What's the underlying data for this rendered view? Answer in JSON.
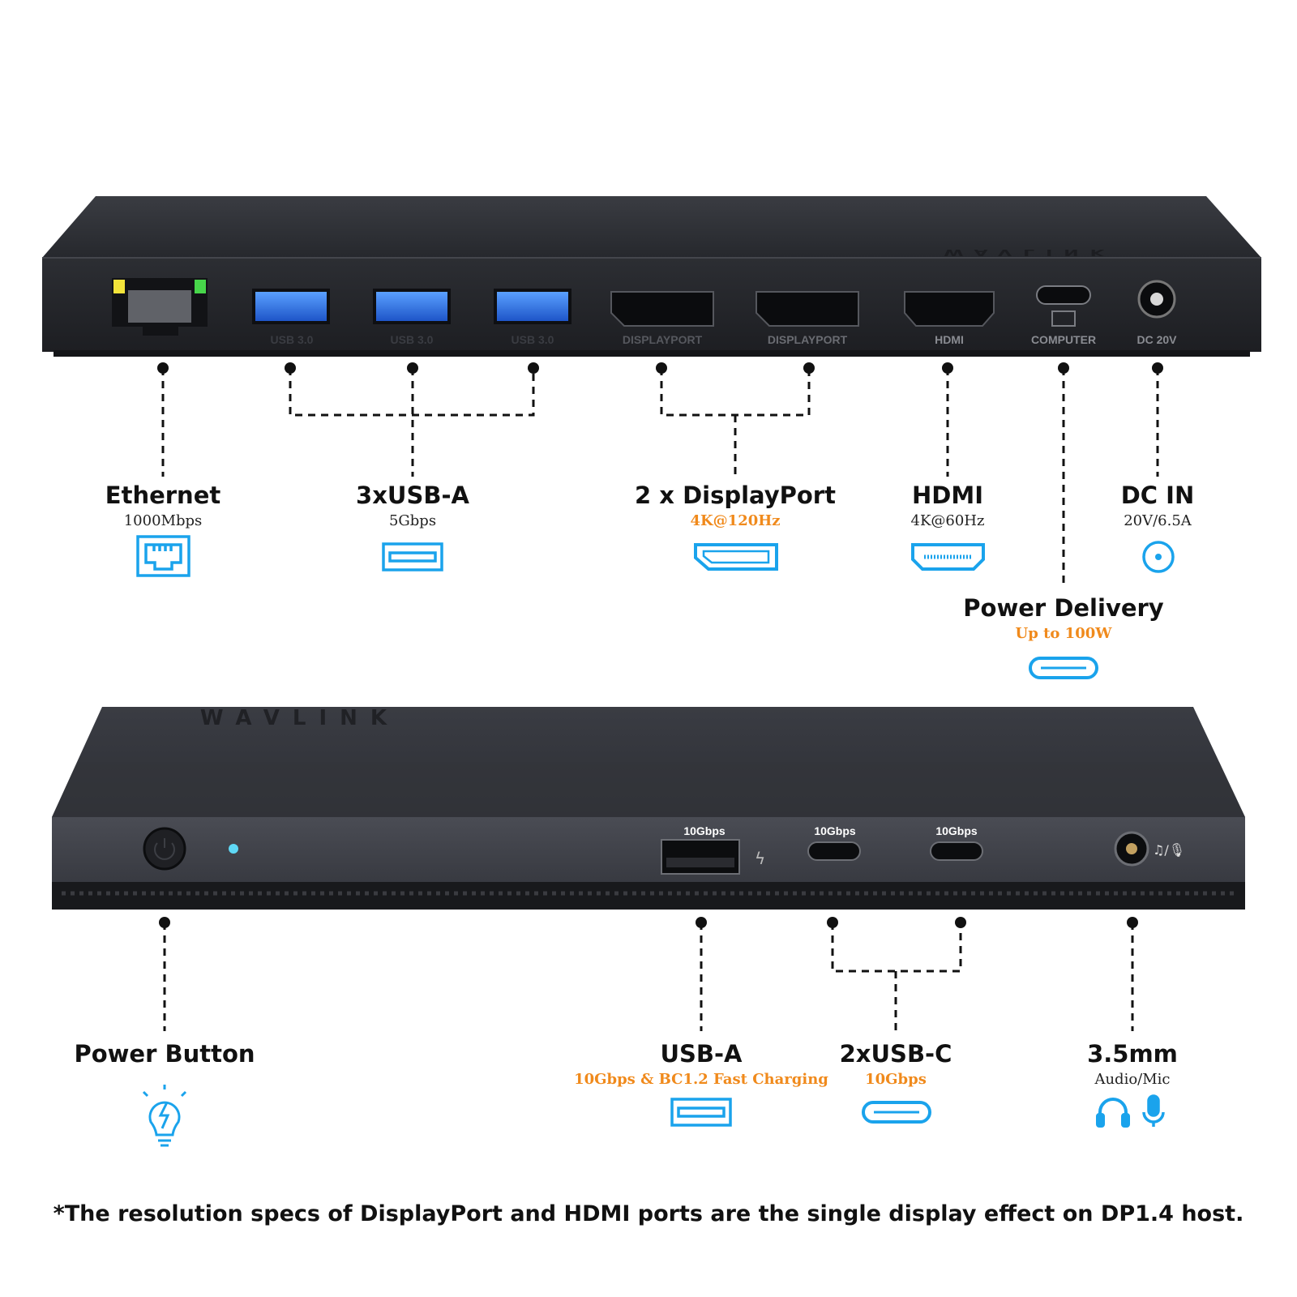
{
  "brand": "WAVLINK",
  "rear_panel": {
    "port_labels": [
      "USB 3.0",
      "USB 3.0",
      "USB 3.0",
      "DISPLAYPORT",
      "DISPLAYPORT",
      "HDMI",
      "COMPUTER",
      "DC 20V"
    ]
  },
  "front_panel": {
    "port_speed_labels": [
      "10Gbps",
      "10Gbps",
      "10Gbps"
    ],
    "audio_glyph": "♫/🎙"
  },
  "callouts": {
    "ethernet": {
      "title": "Ethernet",
      "subtitle": "1000Mbps"
    },
    "usb_a_rear": {
      "title": "3xUSB-A",
      "subtitle": "5Gbps"
    },
    "displayport": {
      "title": "2 x DisplayPort",
      "subtitle": "4K@120Hz"
    },
    "hdmi": {
      "title": "HDMI",
      "subtitle": "4K@60Hz"
    },
    "dc_in": {
      "title": "DC IN",
      "subtitle": "20V/6.5A"
    },
    "power_delivery": {
      "title": "Power Delivery",
      "subtitle": "Up to 100W"
    },
    "power_button": {
      "title": "Power Button"
    },
    "usb_a_front": {
      "title": "USB-A",
      "subtitle": "10Gbps & BC1.2 Fast Charging"
    },
    "usb_c_front": {
      "title": "2xUSB-C",
      "subtitle": "10Gbps"
    },
    "audio": {
      "title": "3.5mm",
      "subtitle": "Audio/Mic"
    }
  },
  "colors": {
    "icon_blue": "#1aa3ec",
    "accent_orange": "#f08a1c",
    "device_body": "#2b2d33",
    "usb_blue": "#2f73e6"
  },
  "footnote": "*The resolution specs of DisplayPort and HDMI ports are the single display effect on DP1.4 host."
}
